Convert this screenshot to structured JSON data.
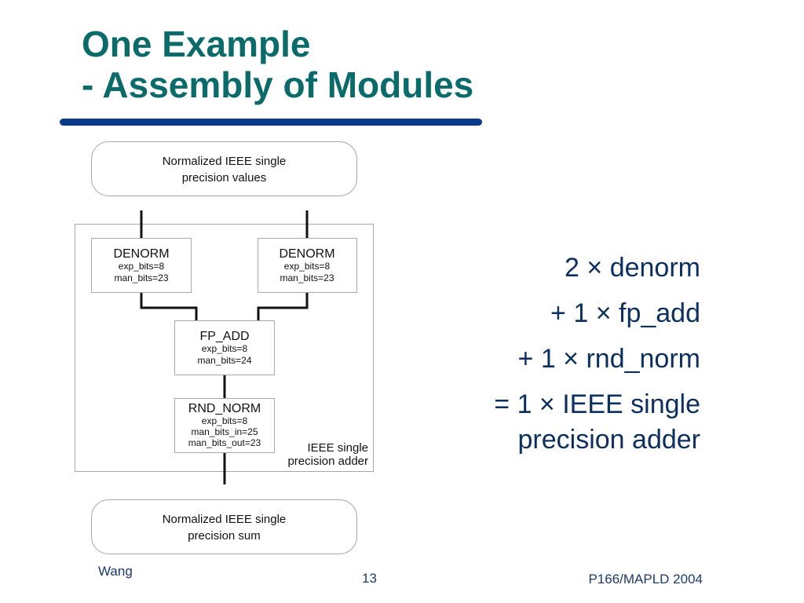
{
  "colors": {
    "title": "#0b6b6b",
    "rule": "#0b3a8a",
    "equation": "#0b2f5e",
    "box_stroke": "#a8a8a8",
    "wire": "#111111"
  },
  "title": {
    "line1": "One Example",
    "line2": "- Assembly of Modules"
  },
  "diagram": {
    "input_terminal": {
      "line1": "Normalized IEEE single",
      "line2": "precision values"
    },
    "output_terminal": {
      "line1": "Normalized IEEE single",
      "line2": "precision sum"
    },
    "container_label": {
      "line1": "IEEE single",
      "line2": "precision adder"
    },
    "modules": {
      "denorm_left": {
        "name": "DENORM",
        "params": [
          "exp_bits=8",
          "man_bits=23"
        ]
      },
      "denorm_right": {
        "name": "DENORM",
        "params": [
          "exp_bits=8",
          "man_bits=23"
        ]
      },
      "fp_add": {
        "name": "FP_ADD",
        "params": [
          "exp_bits=8",
          "man_bits=24"
        ]
      },
      "rnd_norm": {
        "name": "RND_NORM",
        "params": [
          "exp_bits=8",
          "man_bits_in=25",
          "man_bits_out=23"
        ]
      }
    }
  },
  "equation": {
    "line1": "2 × denorm",
    "line2": "+ 1 × fp_add",
    "line3": "+ 1 × rnd_norm",
    "line4": "= 1 × IEEE single",
    "line5": "precision adder"
  },
  "footer": {
    "author": "Wang",
    "page": "13",
    "event": "P166/MAPLD 2004"
  }
}
